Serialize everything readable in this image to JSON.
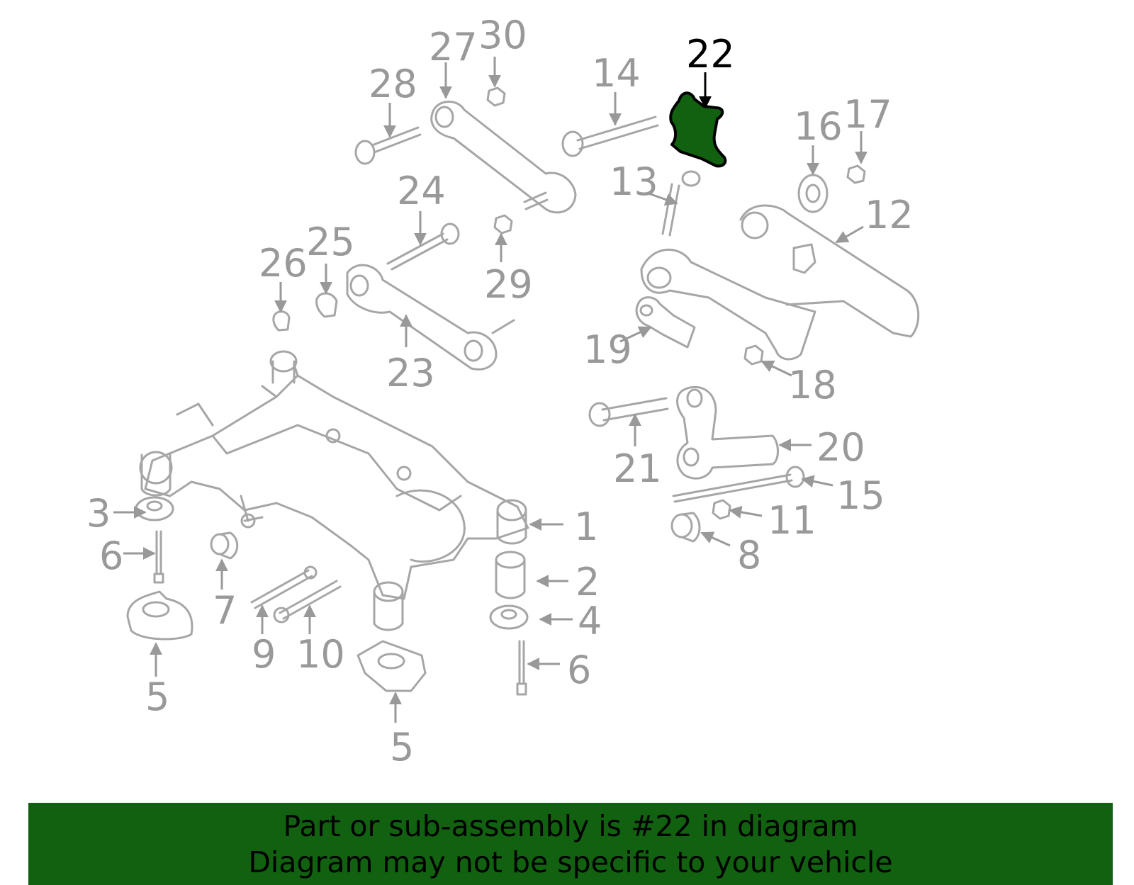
{
  "highlight": {
    "part": "22",
    "color": "#116111"
  },
  "callouts": [
    "1",
    "2",
    "3",
    "4",
    "5",
    "5",
    "6",
    "6",
    "7",
    "8",
    "9",
    "10",
    "11",
    "12",
    "13",
    "14",
    "15",
    "16",
    "17",
    "18",
    "19",
    "20",
    "21",
    "22",
    "23",
    "24",
    "25",
    "26",
    "27",
    "28",
    "29",
    "30"
  ],
  "banner": {
    "line1": "Part or sub-assembly is #22 in diagram",
    "line2": "Diagram may not be specific to your vehicle"
  }
}
